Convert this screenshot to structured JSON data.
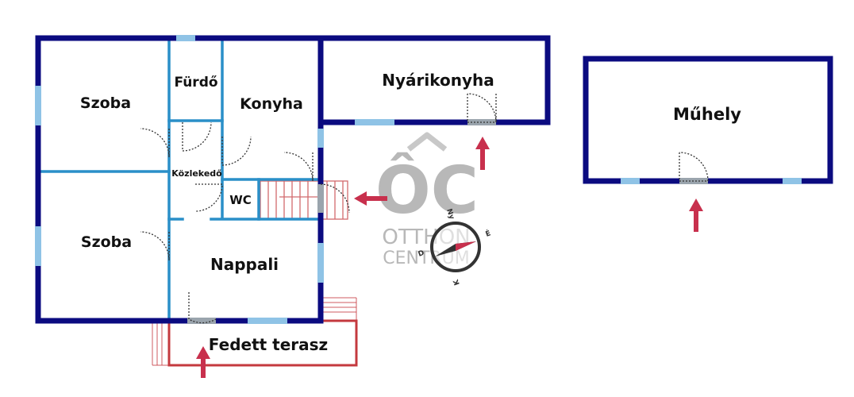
{
  "colors": {
    "outer_wall": "#0b0b80",
    "inner_wall": "#2a8fc8",
    "window": "#8fc3e6",
    "terrace": "#c4393e",
    "arrow": "#c8304d",
    "door_threshold": "#9aa4ad",
    "watermark": "#b8b8b8"
  },
  "rooms": {
    "szoba_top": "Szoba",
    "furdo": "Fürdő",
    "konyha": "Konyha",
    "nyarikonyha": "Nyárikonyha",
    "muhely": "Műhely",
    "kozlekedo": "Közlekedő",
    "wc": "WC",
    "szoba_bottom": "Szoba",
    "nappali": "Nappali",
    "fedett_terasz": "Fedett terasz"
  },
  "watermark": {
    "monogram": "ÔC",
    "line1": "OTTHON",
    "line2": "CENTRUM"
  },
  "compass": {
    "north": "Ny",
    "east": "É",
    "south": "K",
    "west": "D"
  },
  "icons": {
    "entrance_arrow": "arrow-up-icon",
    "entrance_arrow_left": "arrow-left-icon",
    "compass": "compass-icon"
  }
}
